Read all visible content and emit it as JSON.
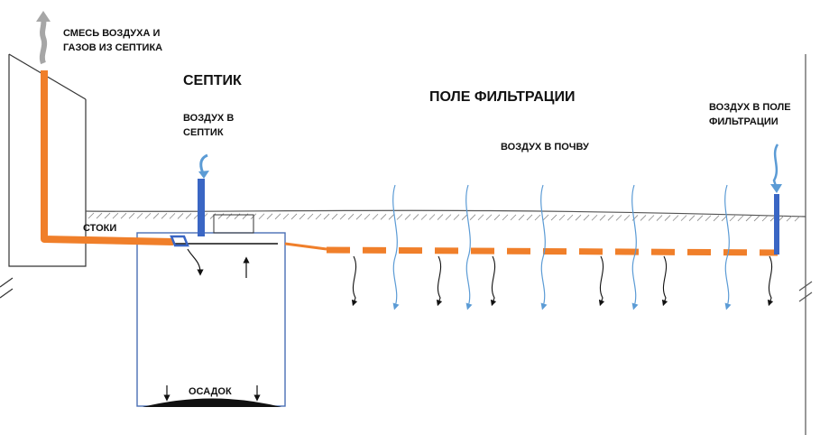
{
  "labels": {
    "exhaust_line1": "СМЕСЬ ВОЗДУХА И",
    "exhaust_line2": "ГАЗОВ ИЗ СЕПТИКА",
    "septic_title": "СЕПТИК",
    "septic_air_line1": "ВОЗДУХ В",
    "septic_air_line2": "СЕПТИК",
    "field_title": "ПОЛЕ ФИЛЬТРАЦИИ",
    "soil_air": "ВОЗДУХ В ПОЧВУ",
    "field_air_line1": "ВОЗДУХ В ПОЛЕ",
    "field_air_line2": "ФИЛЬТРАЦИИ",
    "sewage": "СТОКИ",
    "sediment": "ОСАДОК"
  },
  "colors": {
    "pipe": "#f07f2a",
    "air_pipe": "#3a66c4",
    "air_arrow": "#5b9bd5",
    "exhaust": "#a6a6a6",
    "outline": "#333333",
    "tank": "#4a6fb5"
  }
}
